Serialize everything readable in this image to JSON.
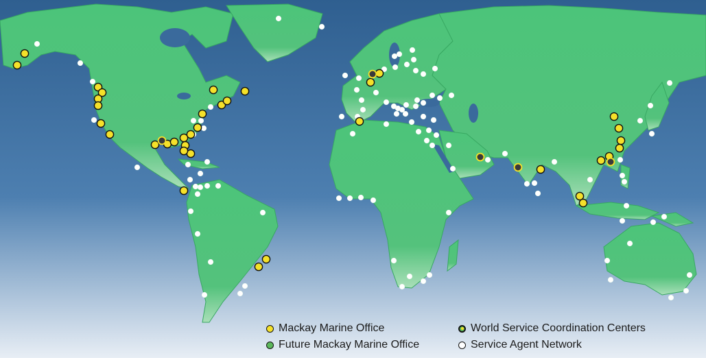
{
  "map": {
    "legend": [
      {
        "label": "Mackay Marine Office",
        "kind": "office",
        "color": "#f5e12a"
      },
      {
        "label": "Future Mackay Marine Office",
        "kind": "future",
        "color": "#5cb85c"
      },
      {
        "label": "World Service Coordination Centers",
        "kind": "wscc",
        "color": "#3a3a3a"
      },
      {
        "label": "Service Agent Network",
        "kind": "agent",
        "color": "#ffffff"
      }
    ],
    "colors": {
      "land": "#4cc47a",
      "ocean_top": "#2a5a8c",
      "ocean_bottom": "#dde6f0",
      "border": "#2f9a57"
    }
  }
}
